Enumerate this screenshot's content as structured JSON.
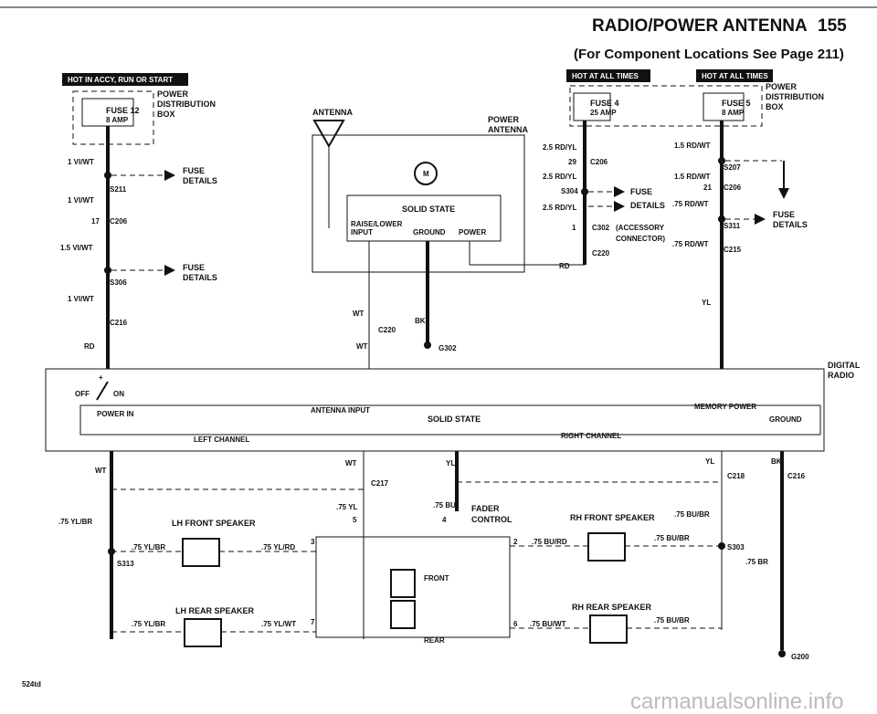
{
  "page": {
    "title": "RADIO/POWER ANTENNA",
    "page_number": "155",
    "subtitle": "(For Component Locations See Page 211)",
    "footer_code": "524td",
    "watermark": "carmanualsonline.info"
  },
  "badges": {
    "hot_acc": "HOT IN ACCY, RUN OR START",
    "hot_all_1": "HOT AT ALL TIMES",
    "hot_all_2": "HOT AT ALL TIMES"
  },
  "labels": {
    "power_dist": "POWER",
    "power_dist2": "DISTRIBUTION",
    "power_dist3": "BOX",
    "fuse12": "FUSE 12",
    "fuse12_amp": "8 AMP",
    "fuse4": "FUSE 4",
    "fuse4_amp": "25 AMP",
    "fuse5": "FUSE 5",
    "fuse5_amp": "8 AMP",
    "rpower": "POWER",
    "rdist": "DISTRIBUTION",
    "rbox": "BOX",
    "antenna": "ANTENNA",
    "power_antenna1": "POWER",
    "power_antenna2": "ANTENNA",
    "solid_state": "SOLID STATE",
    "raise_lower1": "RAISE/LOWER",
    "raise_lower2": "INPUT",
    "ground": "GROUND",
    "power": "POWER",
    "digital_radio1": "DIGITAL",
    "digital_radio2": "RADIO",
    "power_in": "POWER IN",
    "antenna_input": "ANTENNA INPUT",
    "solid_state2": "SOLID STATE",
    "memory_power": "MEMORY POWER",
    "ground2": "GROUND",
    "left_channel": "LEFT CHANNEL",
    "right_channel": "RIGHT CHANNEL",
    "off": "OFF",
    "on": "ON",
    "plus": "+",
    "fader1": "FADER",
    "fader2": "CONTROL",
    "front": "FRONT",
    "rear": "REAR",
    "lh_front": "LH FRONT SPEAKER",
    "lh_rear": "LH REAR SPEAKER",
    "rh_front": "RH FRONT SPEAKER",
    "rh_rear": "RH REAR SPEAKER",
    "fuse_details_1a": "FUSE",
    "fuse_details_1b": "DETAILS",
    "fuse_details_2a": "FUSE",
    "fuse_details_2b": "DETAILS",
    "fuse_details_3a": "FUSE",
    "fuse_details_3b": "DETAILS",
    "fuse_details_4a": "FUSE",
    "fuse_details_4b": "DETAILS",
    "accessory1": "(ACCESSORY",
    "accessory2": "CONNECTOR)"
  },
  "wires": {
    "w1": "1 VI/WT",
    "w2": "1 VI/WT",
    "w3": "1.5 VI/WT",
    "w4": "1 VI/WT",
    "w5": "RD",
    "w6": "WT",
    "w7": "WT",
    "w8": "BK",
    "w9": "2.5 RD/YL",
    "w10": "2.5 RD/YL",
    "w11": "2.5 RD/YL",
    "w12": "RD",
    "w13": "1.5 RD/WT",
    "w14": "1.5 RD/WT",
    "w15": ".75 RD/WT",
    "w16": ".75 RD/WT",
    "w17": "YL",
    "w18": "WT",
    "w19": "WT",
    "w20": "YL",
    "w21": "YL",
    "w22": "BK",
    "w23": ".75 YL/BR",
    "w24": ".75 YL/BR",
    "w25": ".75 YL/RD",
    "w26": ".75 YL/BR",
    "w27": ".75 YL/WT",
    "w28": ".75 YL",
    "w29": ".75 BU",
    "w30": ".75 BU/BR",
    "w31": ".75 BU/RD",
    "w32": ".75 BU/BR",
    "w33": ".75 BR",
    "w34": ".75 BU/WT",
    "w35": ".75 BU/BR"
  },
  "connectors": {
    "s211": "S211",
    "c206a": "C206",
    "s306": "S306",
    "c216a": "C216",
    "c220a": "C220",
    "g302": "G302",
    "c206b": "C206",
    "s304": "S304",
    "c302": "C302",
    "c220b": "C220",
    "s207": "S207",
    "c206c": "C206",
    "s311": "S311",
    "c215": "C215",
    "c217": "C217",
    "c218": "C218",
    "c216b": "C216",
    "s313": "S313",
    "s303": "S303",
    "g200": "G200"
  },
  "pins": {
    "p17": "17",
    "p29": "29",
    "p1": "1",
    "p21": "21",
    "p5": "5",
    "p4": "4",
    "p3": "3",
    "p7": "7",
    "p2": "2",
    "p6": "6"
  }
}
